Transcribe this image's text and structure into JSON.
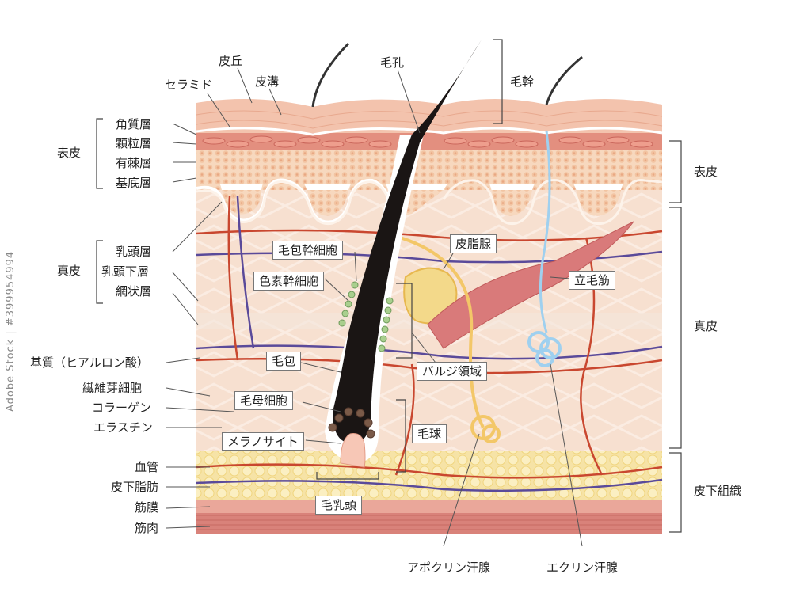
{
  "top_labels": {
    "ceramide": "セラミド",
    "skin_hill": "皮丘",
    "skin_groove": "皮溝",
    "pore": "毛孔",
    "hair_shaft": "毛幹"
  },
  "left_labels": {
    "epidermis": "表皮",
    "stratum_corneum": "角質層",
    "stratum_granulosum": "顆粒層",
    "stratum_spinosum": "有棘層",
    "stratum_basale": "基底層",
    "dermis": "真皮",
    "papillary_layer": "乳頭層",
    "subpapillary_layer": "乳頭下層",
    "reticular_layer": "網状層",
    "matrix": "基質（ヒアルロン酸）",
    "fibroblast": "繊維芽細胞",
    "collagen": "コラーゲン",
    "elastin": "エラスチン",
    "blood_vessel": "血管",
    "subcutaneous_fat": "皮下脂肪",
    "fascia": "筋膜",
    "muscle": "筋肉"
  },
  "right_labels": {
    "epidermis": "表皮",
    "dermis": "真皮",
    "subcutaneous_tissue": "皮下組織"
  },
  "boxed_labels": {
    "hair_follicle_stem_cell": "毛包幹細胞",
    "melanocyte_stem_cell": "色素幹細胞",
    "hair_follicle": "毛包",
    "hair_matrix_cell": "毛母細胞",
    "melanocyte": "メラノサイト",
    "sebaceous_gland": "皮脂腺",
    "arrector_pili": "立毛筋",
    "bulge_region": "バルジ領域",
    "hair_bulb": "毛球",
    "dermal_papilla": "毛乳頭"
  },
  "bottom_labels": {
    "apocrine_gland": "アポクリン汗腺",
    "eccrine_gland": "エクリン汗腺"
  },
  "watermark": "Adobe Stock | #399954994",
  "colors": {
    "stratum_corneum": "#f2c7b3",
    "epidermis_cells": "#f6d3b8",
    "dermis": "#f6dccb",
    "fat": "#f4df9a",
    "muscle": "#d9827a",
    "hair": "#1a1514",
    "artery": "#c9472f",
    "vein": "#5a4a9a",
    "eccrine": "#9fd0ef",
    "sebaceous": "#f3d98a"
  }
}
